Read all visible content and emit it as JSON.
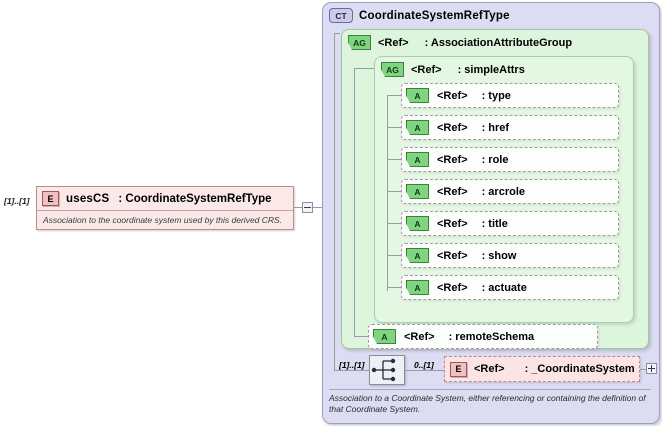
{
  "left_element": {
    "occurrence": "[1]..[1]",
    "badge": "E",
    "name": "usesCS",
    "type": ": CoordinateSystemRefType",
    "documentation": "Association to the coordinate system used by this derived CRS.",
    "collapse_toggle": "minus-toggle"
  },
  "complex_type": {
    "badge": "CT",
    "title": "CoordinateSystemRefType",
    "documentation": "Association to a Coordinate System, either referencing or containing the definition of that Coordinate System."
  },
  "attribute_group_outer": {
    "badge": "AG",
    "ref": "<Ref>",
    "type": ": AssociationAttributeGroup"
  },
  "attribute_group_inner": {
    "badge": "AG",
    "ref": "<Ref>",
    "type": ": simpleAttrs"
  },
  "attributes": [
    {
      "badge": "A",
      "ref": "<Ref>",
      "name": ": type"
    },
    {
      "badge": "A",
      "ref": "<Ref>",
      "name": ": href"
    },
    {
      "badge": "A",
      "ref": "<Ref>",
      "name": ": role"
    },
    {
      "badge": "A",
      "ref": "<Ref>",
      "name": ": arcrole"
    },
    {
      "badge": "A",
      "ref": "<Ref>",
      "name": ": title"
    },
    {
      "badge": "A",
      "ref": "<Ref>",
      "name": ": show"
    },
    {
      "badge": "A",
      "ref": "<Ref>",
      "name": ": actuate"
    }
  ],
  "remote_schema": {
    "badge": "A",
    "ref": "<Ref>",
    "name": ": remoteSchema"
  },
  "bottom": {
    "occurrence_left": "[1]..[1]",
    "occurrence_right": "0..[1]",
    "compositor": "choice-compositor-icon",
    "element": {
      "badge": "E",
      "ref": "<Ref>",
      "name": ": _CoordinateSystem",
      "expand_toggle": "plus-toggle"
    }
  },
  "colors": {
    "complex_type_bg": "#dcdcf2",
    "attribute_group_bg": "#ddf5dd",
    "attribute_group_inner_bg": "#e3f7e3",
    "element_bg": "#fbe9e9",
    "badge_green": "#7fd47f",
    "badge_pink": "#f2c0c0",
    "connector_line": "#9a9aa8"
  }
}
